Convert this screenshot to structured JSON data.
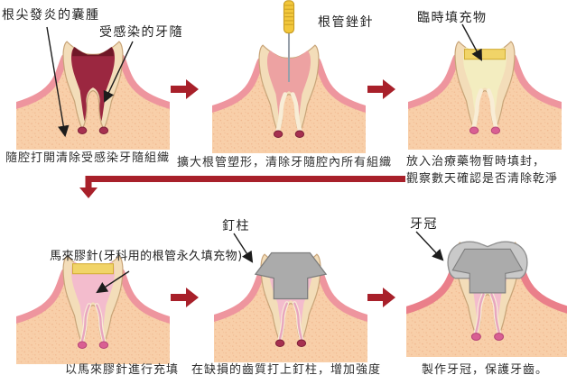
{
  "diagram_title": "root-canal-treatment-steps",
  "colors": {
    "step_arrow": "#a8202a",
    "return_arrow": "#a8202a",
    "annotation": "#1c1c1c",
    "text": "#2a2a2a",
    "bone": "#f8cfa9",
    "bone_speckle": "#e69e72",
    "gum": "#ee959e",
    "gum_crown": "#ea7f8a",
    "gum_dark": "#d8717d",
    "enamel": "#f3ddb9",
    "enamel_outline": "#c8a478",
    "pulp_infected": "#9b2740",
    "pulp_cavity": "#6f1827",
    "pulp_cleaned": "#eda2a2",
    "pulp_medicated": "#f3edc0",
    "gutta_percha": "#f3bccd",
    "gutta_canal": "#e8a6bf",
    "temp_filling": "#f1d468",
    "temp_filling_outline": "#d2ab33",
    "file_handle": "#f2c73b",
    "file_handle_outline": "#c79b22",
    "file_shaft": "#98a0aa",
    "metal_post": "#ababab",
    "metal_post_outline": "#7e7e7e",
    "crown_cap": "#c9c9c9",
    "crown_cap_outline": "#8f8f8f",
    "canal_empty": "#f8edd6",
    "apex_dark": "#a63050",
    "apex_dark_outline": "#7d2038",
    "apex_pink": "#d95f93",
    "apex_pink_outline": "#b84878"
  },
  "panels": [
    {
      "step": 1,
      "stage": "infected",
      "labels": [
        "根尖發炎的囊腫",
        "受感染的牙隨"
      ],
      "caption": "隨腔打開清除受感染牙隨組織"
    },
    {
      "step": 2,
      "stage": "file",
      "labels": [
        "根管銼針"
      ],
      "caption": "擴大根管塑形，清除牙隨腔內所有組織"
    },
    {
      "step": 3,
      "stage": "temp-fill",
      "labels": [
        "臨時填充物"
      ],
      "caption": "放入治療藥物暫時填封，\n觀察數天確認是否清除乾淨"
    },
    {
      "step": 4,
      "stage": "gutta-percha",
      "labels": [
        "馬來膠針(牙科用的根管永久填充物)"
      ],
      "caption": "以馬來膠針進行充填"
    },
    {
      "step": 5,
      "stage": "post",
      "labels": [
        "釘柱"
      ],
      "caption": "在缺損的齒質打上釘柱，增加強度"
    },
    {
      "step": 6,
      "stage": "crown",
      "labels": [
        "牙冠"
      ],
      "caption": "製作牙冠，保護牙齒。"
    }
  ]
}
